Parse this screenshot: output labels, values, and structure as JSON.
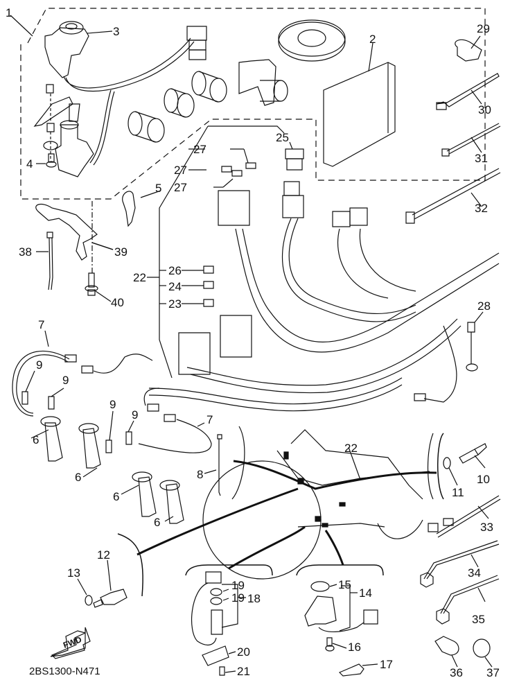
{
  "diagram": {
    "title": "Electrical parts exploded view",
    "drawing_code": "2BS1300-N471",
    "direction_indicator": "FWD",
    "colors": {
      "line": "#111111",
      "background": "#ffffff"
    }
  },
  "callouts": [
    {
      "id": "c1",
      "label": "1",
      "part": "main-switch-lock-set"
    },
    {
      "id": "c2",
      "label": "2",
      "part": "ecu-unit"
    },
    {
      "id": "c3",
      "label": "3",
      "part": "main-switch"
    },
    {
      "id": "c4",
      "label": "4",
      "part": "bolt"
    },
    {
      "id": "c5",
      "label": "5",
      "part": "blank-key"
    },
    {
      "id": "c6a",
      "label": "6",
      "part": "ignition-coil"
    },
    {
      "id": "c6b",
      "label": "6",
      "part": "ignition-coil"
    },
    {
      "id": "c6c",
      "label": "6",
      "part": "ignition-coil"
    },
    {
      "id": "c6d",
      "label": "6",
      "part": "ignition-coil"
    },
    {
      "id": "c7a",
      "label": "7",
      "part": "sub-lead"
    },
    {
      "id": "c7b",
      "label": "7",
      "part": "sub-lead"
    },
    {
      "id": "c8",
      "label": "8",
      "part": "cable-tie"
    },
    {
      "id": "c9a",
      "label": "9",
      "part": "bolt"
    },
    {
      "id": "c9b",
      "label": "9",
      "part": "bolt"
    },
    {
      "id": "c9c",
      "label": "9",
      "part": "bolt"
    },
    {
      "id": "c9d",
      "label": "9",
      "part": "bolt"
    },
    {
      "id": "c10",
      "label": "10",
      "part": "spark-plug"
    },
    {
      "id": "c11",
      "label": "11",
      "part": "gasket"
    },
    {
      "id": "c12",
      "label": "12",
      "part": "neutral-switch"
    },
    {
      "id": "c13",
      "label": "13",
      "part": "gasket"
    },
    {
      "id": "c14",
      "label": "14",
      "part": "speed-sensor-assy"
    },
    {
      "id": "c15",
      "label": "15",
      "part": "o-ring"
    },
    {
      "id": "c16",
      "label": "16",
      "part": "bolt"
    },
    {
      "id": "c17",
      "label": "17",
      "part": "clamp"
    },
    {
      "id": "c18",
      "label": "18",
      "part": "crank-position-sensor"
    },
    {
      "id": "c19a",
      "label": "19",
      "part": "o-ring"
    },
    {
      "id": "c19b",
      "label": "19",
      "part": "o-ring"
    },
    {
      "id": "c20",
      "label": "20",
      "part": "cover"
    },
    {
      "id": "c21",
      "label": "21",
      "part": "bolt"
    },
    {
      "id": "c22a",
      "label": "22",
      "part": "wire-harness-assy"
    },
    {
      "id": "c22b",
      "label": "22",
      "part": "wire-harness-assy"
    },
    {
      "id": "c23",
      "label": "23",
      "part": "fuse"
    },
    {
      "id": "c24",
      "label": "24",
      "part": "fuse"
    },
    {
      "id": "c25",
      "label": "25",
      "part": "fuse"
    },
    {
      "id": "c26",
      "label": "26",
      "part": "fuse"
    },
    {
      "id": "c27a",
      "label": "27",
      "part": "fuse"
    },
    {
      "id": "c27b",
      "label": "27",
      "part": "fuse"
    },
    {
      "id": "c27c",
      "label": "27",
      "part": "fuse"
    },
    {
      "id": "c28",
      "label": "28",
      "part": "bolt"
    },
    {
      "id": "c29",
      "label": "29",
      "part": "clamp"
    },
    {
      "id": "c30",
      "label": "30",
      "part": "band"
    },
    {
      "id": "c31",
      "label": "31",
      "part": "band"
    },
    {
      "id": "c32",
      "label": "32",
      "part": "band"
    },
    {
      "id": "c33",
      "label": "33",
      "part": "band"
    },
    {
      "id": "c34",
      "label": "34",
      "part": "band"
    },
    {
      "id": "c35",
      "label": "35",
      "part": "band"
    },
    {
      "id": "c36",
      "label": "36",
      "part": "clamp"
    },
    {
      "id": "c37",
      "label": "37",
      "part": "clamp"
    },
    {
      "id": "c38",
      "label": "38",
      "part": "band"
    },
    {
      "id": "c39",
      "label": "39",
      "part": "holder"
    },
    {
      "id": "c40",
      "label": "40",
      "part": "bolt"
    }
  ]
}
